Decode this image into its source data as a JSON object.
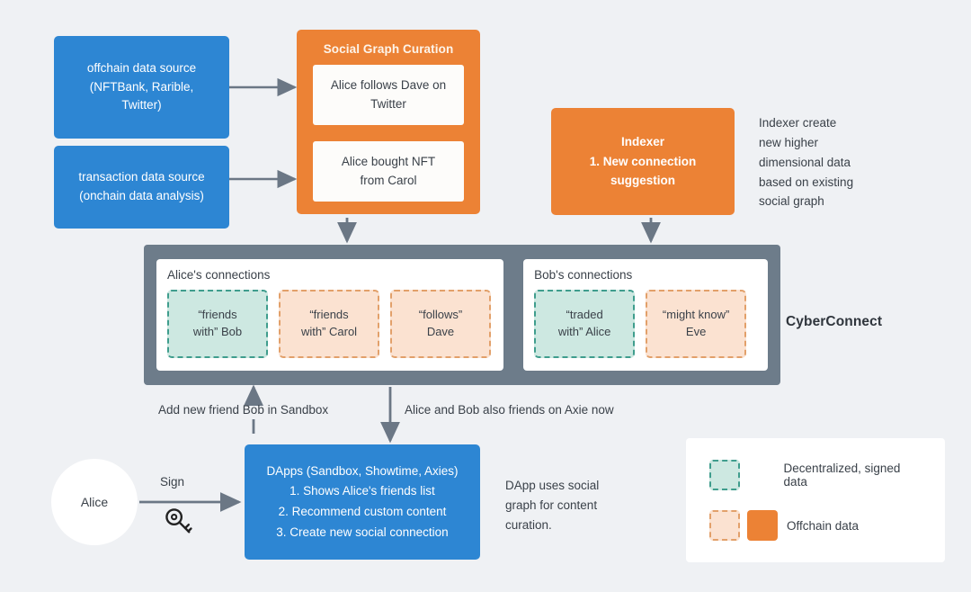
{
  "diagram": {
    "title_label": "CyberConnect",
    "colors": {
      "background": "#eff1f4",
      "blue": "#2d86d3",
      "orange": "#ec8235",
      "gray_panel": "#6d7c8a",
      "teal_fill": "#cde8e1",
      "teal_border": "#3f9d8d",
      "peach_fill": "#fbe2d1",
      "peach_border": "#e2a06a",
      "arrow": "#6b7785",
      "text": "#3a4149"
    }
  },
  "sources": [
    {
      "label": "offchain data source\n(NFTBank, Rarible,\nTwitter)"
    },
    {
      "label": "transaction data source\n(onchain data analysis)"
    }
  ],
  "social_graph": {
    "title": "Social Graph Curation",
    "cards": [
      {
        "label": "Alice follows Dave on\nTwitter"
      },
      {
        "label": "Alice bought NFT\nfrom Carol"
      }
    ]
  },
  "indexer": {
    "label": "Indexer\n1. New connection\nsuggestion",
    "note": "Indexer create\nnew higher\ndimensional data\nbased on existing\nsocial graph"
  },
  "cyberconnect": {
    "label": "CyberConnect",
    "groups": [
      {
        "title": "Alice's connections",
        "chips": [
          {
            "label": "“friends\nwith” Bob",
            "kind": "teal"
          },
          {
            "label": "“friends\nwith” Carol",
            "kind": "peach"
          },
          {
            "label": "“follows”\nDave",
            "kind": "peach"
          }
        ]
      },
      {
        "title": "Bob's connections",
        "chips": [
          {
            "label": "“traded\nwith” Alice",
            "kind": "teal"
          },
          {
            "label": "“might know”\nEve",
            "kind": "peach"
          }
        ]
      }
    ]
  },
  "flow_labels": {
    "add_friend": "Add new friend Bob in Sandbox",
    "also_friends": "Alice and Bob also friends on Axie now",
    "sign": "Sign"
  },
  "actor": {
    "name": "Alice",
    "key_icon": "key-icon"
  },
  "dapps": {
    "label": "DApps (Sandbox, Showtime, Axies)\n1. Shows Alice's friends list\n2. Recommend custom content\n3. Create new social connection",
    "note": "DApp uses social\ngraph for content\ncuration."
  },
  "legend": {
    "rows": [
      {
        "label": "Decentralized, signed data",
        "swatches": [
          "teal"
        ]
      },
      {
        "label": "Offchain data",
        "swatches": [
          "peach",
          "solid-orange"
        ]
      }
    ]
  }
}
